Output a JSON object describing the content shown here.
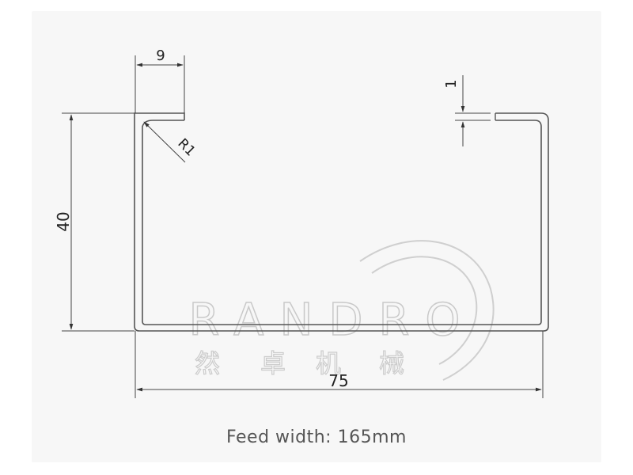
{
  "drawing": {
    "dimensions": {
      "lip_width": "9",
      "lip_thickness": "1",
      "bend_radius": "R1",
      "height": "40",
      "width": "75"
    }
  },
  "watermark": {
    "brand": "RANDRO",
    "chinese": [
      "然",
      "卓",
      "机",
      "械"
    ]
  },
  "caption": {
    "text": "Feed width: 165mm"
  },
  "colors": {
    "line": "#555555",
    "text": "#222222",
    "caption": "#555555",
    "watermark": "#d9d9d9"
  }
}
